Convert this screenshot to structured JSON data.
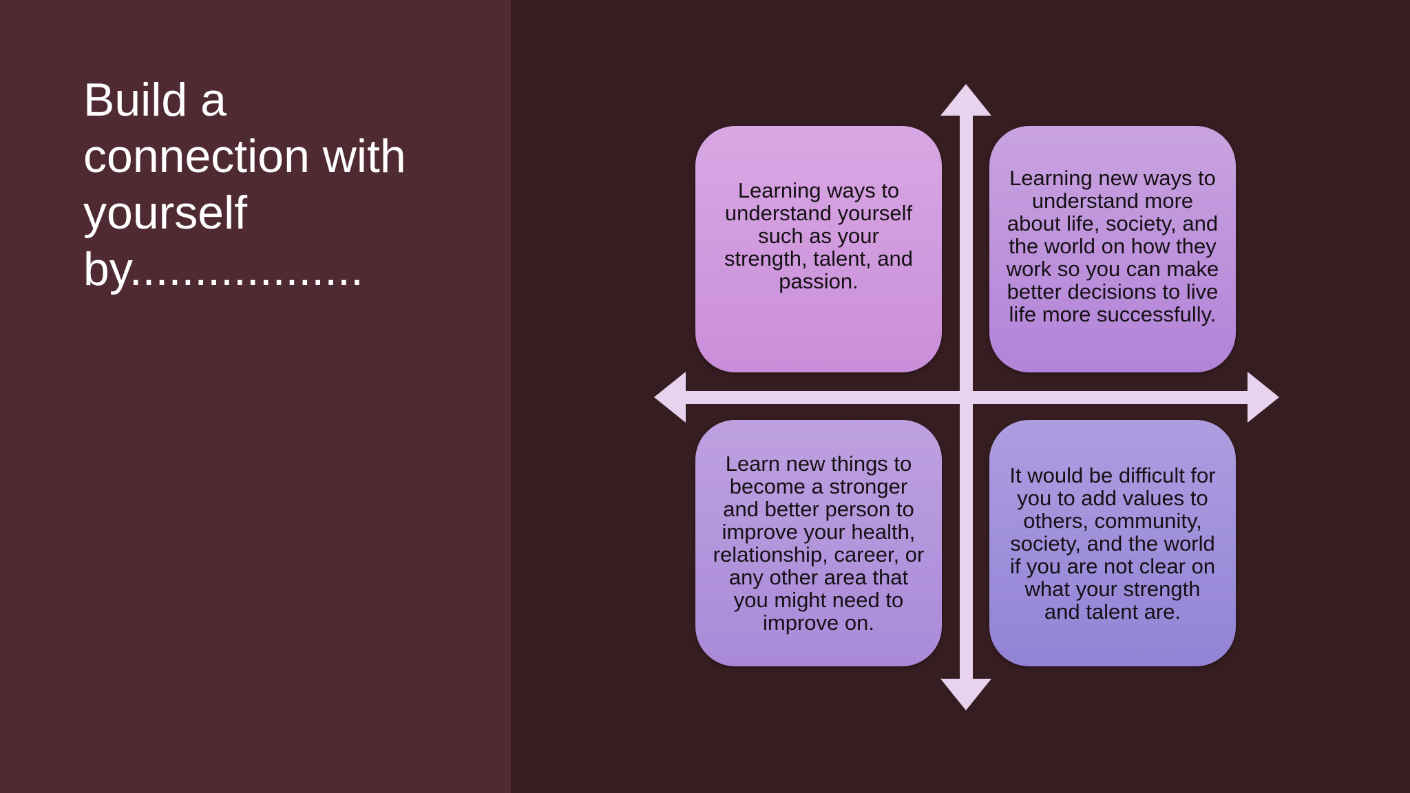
{
  "slide": {
    "title_lines": [
      "Build a",
      "connection with",
      "yourself",
      "by.................."
    ]
  },
  "diagram": {
    "quadrants": [
      {
        "id": "top-left",
        "text": "Learning ways to understand yourself such as your strength, talent, and passion."
      },
      {
        "id": "top-right",
        "text": "Learning new ways to understand more about life, society, and the world on how they work so you can make better decisions to live life more successfully."
      },
      {
        "id": "bottom-left",
        "text": "Learn new things to become a stronger and better person to improve your health, relationship, career, or any other area that you might need to improve on."
      },
      {
        "id": "bottom-right",
        "text": "It would be difficult for you to add values to others, community, society, and the world if you are not clear on what your strength and talent are."
      }
    ],
    "colors": {
      "arrow": "#e8d3ee",
      "left_panel": "#4f2a32",
      "right_panel": "#361d21"
    }
  }
}
